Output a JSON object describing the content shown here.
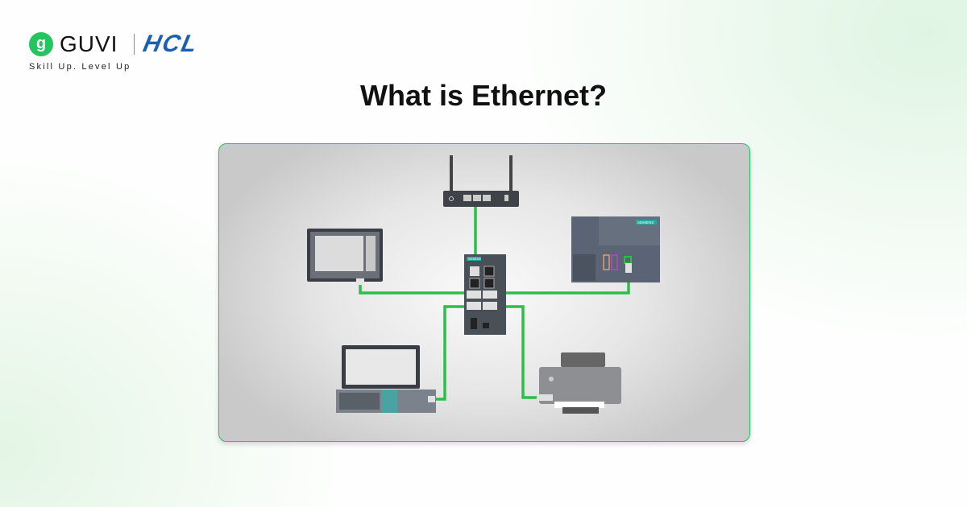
{
  "brand": {
    "guvi_mark": "g",
    "guvi": "GUVI",
    "partner": "HCL",
    "tagline": "Skill Up. Level Up"
  },
  "title": "What is Ethernet?",
  "diagram": {
    "device_brand": "SIEMENS",
    "cable_color": "#2bbf4a",
    "accent": "#22c55e",
    "nodes": [
      "router",
      "industrial-switch",
      "hmi-panel",
      "plc",
      "monitor-pc",
      "printer"
    ]
  }
}
